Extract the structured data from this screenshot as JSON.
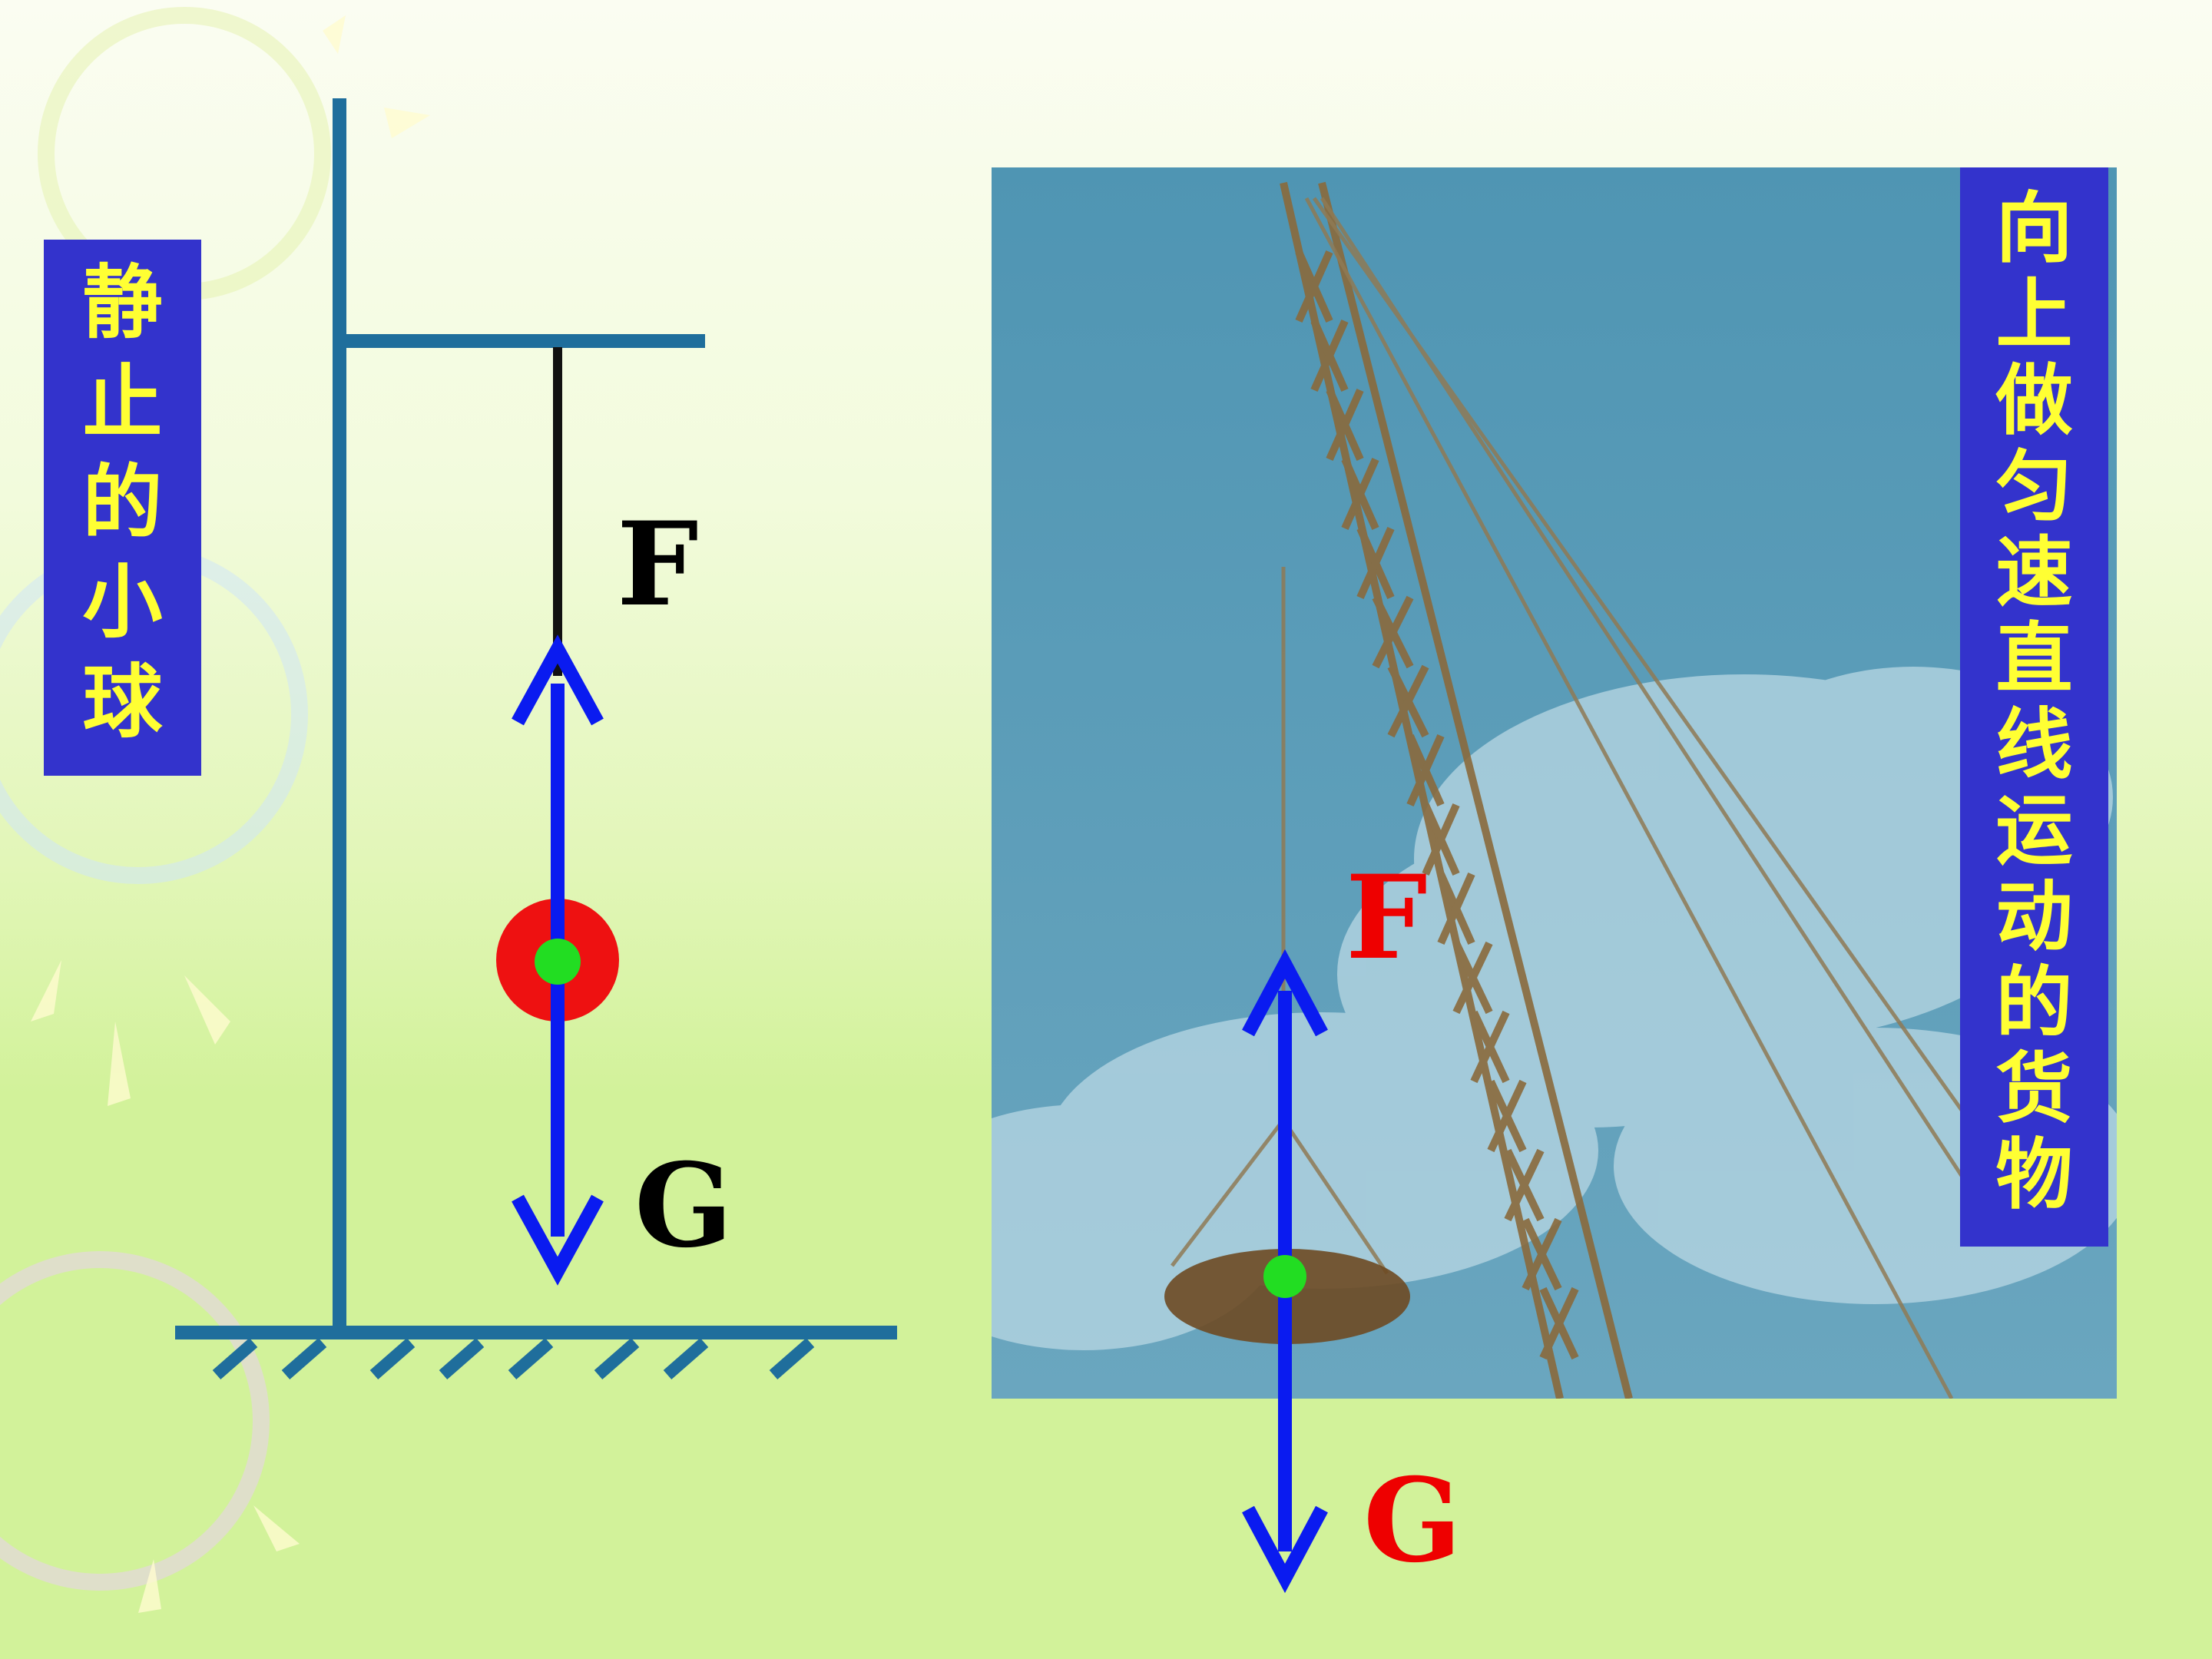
{
  "left": {
    "label_chars": [
      "静",
      "止",
      "的",
      "小",
      "球"
    ],
    "force_up": "F",
    "force_down": "G",
    "colors": {
      "support": "#1f6e9c",
      "string": "#111111",
      "ball": "#ee1111",
      "center": "#22dd22",
      "arrow": "#0a1bf0",
      "label_bg": "#3333cc",
      "label_text": "#ffff33"
    }
  },
  "right": {
    "label_chars": [
      "向",
      "上",
      "做",
      "匀",
      "速",
      "直",
      "线",
      "运",
      "动",
      "的",
      "货",
      "物"
    ],
    "force_up": "F",
    "force_down": "G",
    "colors": {
      "force_text": "#ee0000",
      "arrow": "#0a1bf0",
      "center": "#22dd22",
      "sky": "#5b9fba",
      "crane": "#8a6a3c"
    }
  }
}
